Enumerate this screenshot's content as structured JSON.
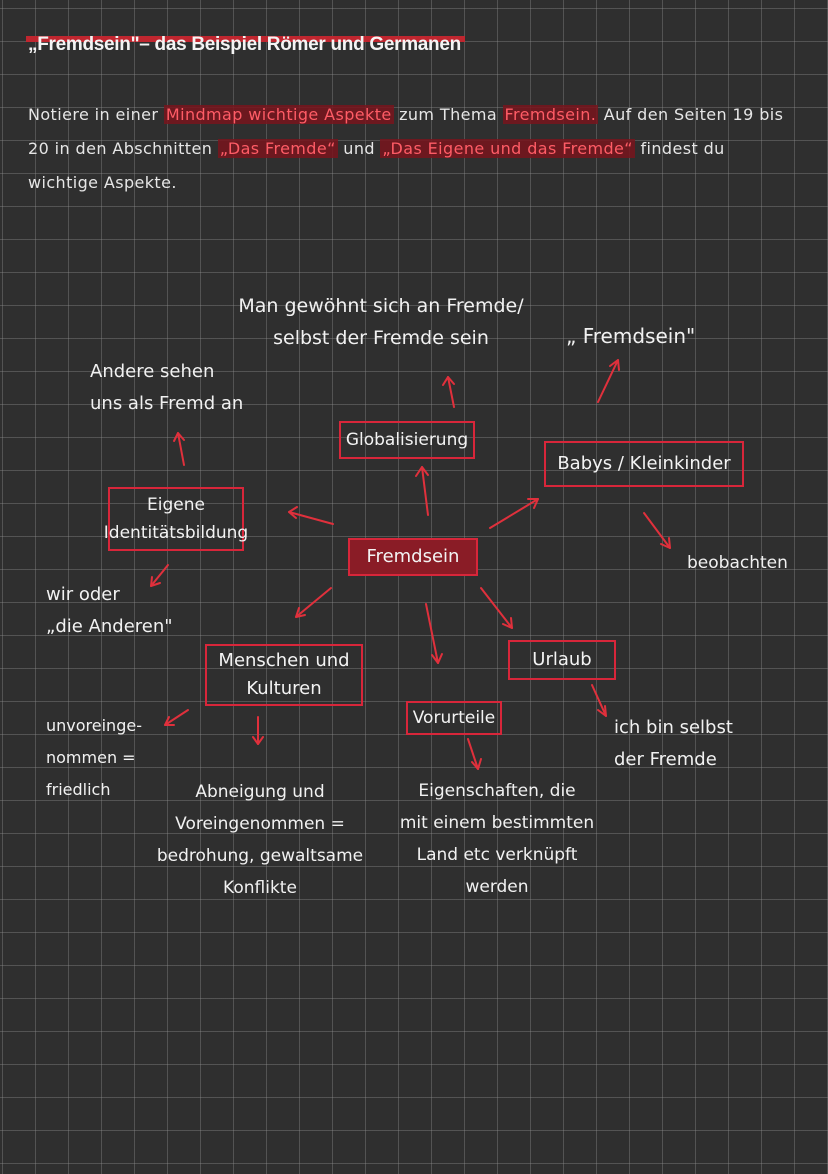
{
  "title": "„Fremdsein\"– das Beispiel Römer und Germanen",
  "intro": {
    "t1": "Notiere in einer ",
    "h1": "Mindmap wichtige Aspekte",
    "t2": " zum Thema ",
    "h2": "Fremdsein.",
    "t3": " Auf den Seiten 19 bis 20 in den Abschnitten ",
    "h3": "„Das Fremde“",
    "t4": " und ",
    "h4": "„Das Eigene und das Fremde“",
    "t5": " findest du wichtige Aspekte."
  },
  "mindmap": {
    "center": "Fremdsein",
    "nodes": {
      "globalisierung": "Globalisierung",
      "babys": "Babys / Kleinkinder",
      "identitaet": "Eigene\nIdentitätsbildung",
      "menschen": "Menschen und\nKulturen",
      "urlaub": "Urlaub",
      "vorurteile": "Vorurteile"
    },
    "notes": {
      "gewoehnt": "Man gewöhnt sich an Fremde/\nselbst der Fremde sein",
      "fremdsein_quote": "„ Fremdsein\"",
      "andere_sehen": "Andere sehen\nuns als Fremd an",
      "beobachten": "beobachten",
      "wir_oder": "wir oder\n„die Anderen\"",
      "unvoreingenommen": "unvoreinge-\nnommen =\nfriedlich",
      "abneigung": "Abneigung und\nVoreingenommen =\nbedrohung, gewaltsame\nKonflikte",
      "eigenschaften": "Eigenschaften, die\nmit einem bestimmten\nLand etc verknüpft\nwerden",
      "selbst_fremde": "ich bin selbst\nder Fremde"
    }
  },
  "colors": {
    "background": "#2f2f2f",
    "grid": "#7a7a7a",
    "accent": "#d8263a",
    "highlight_text": "#ff5c66",
    "center_fill": "#8a1c26"
  }
}
